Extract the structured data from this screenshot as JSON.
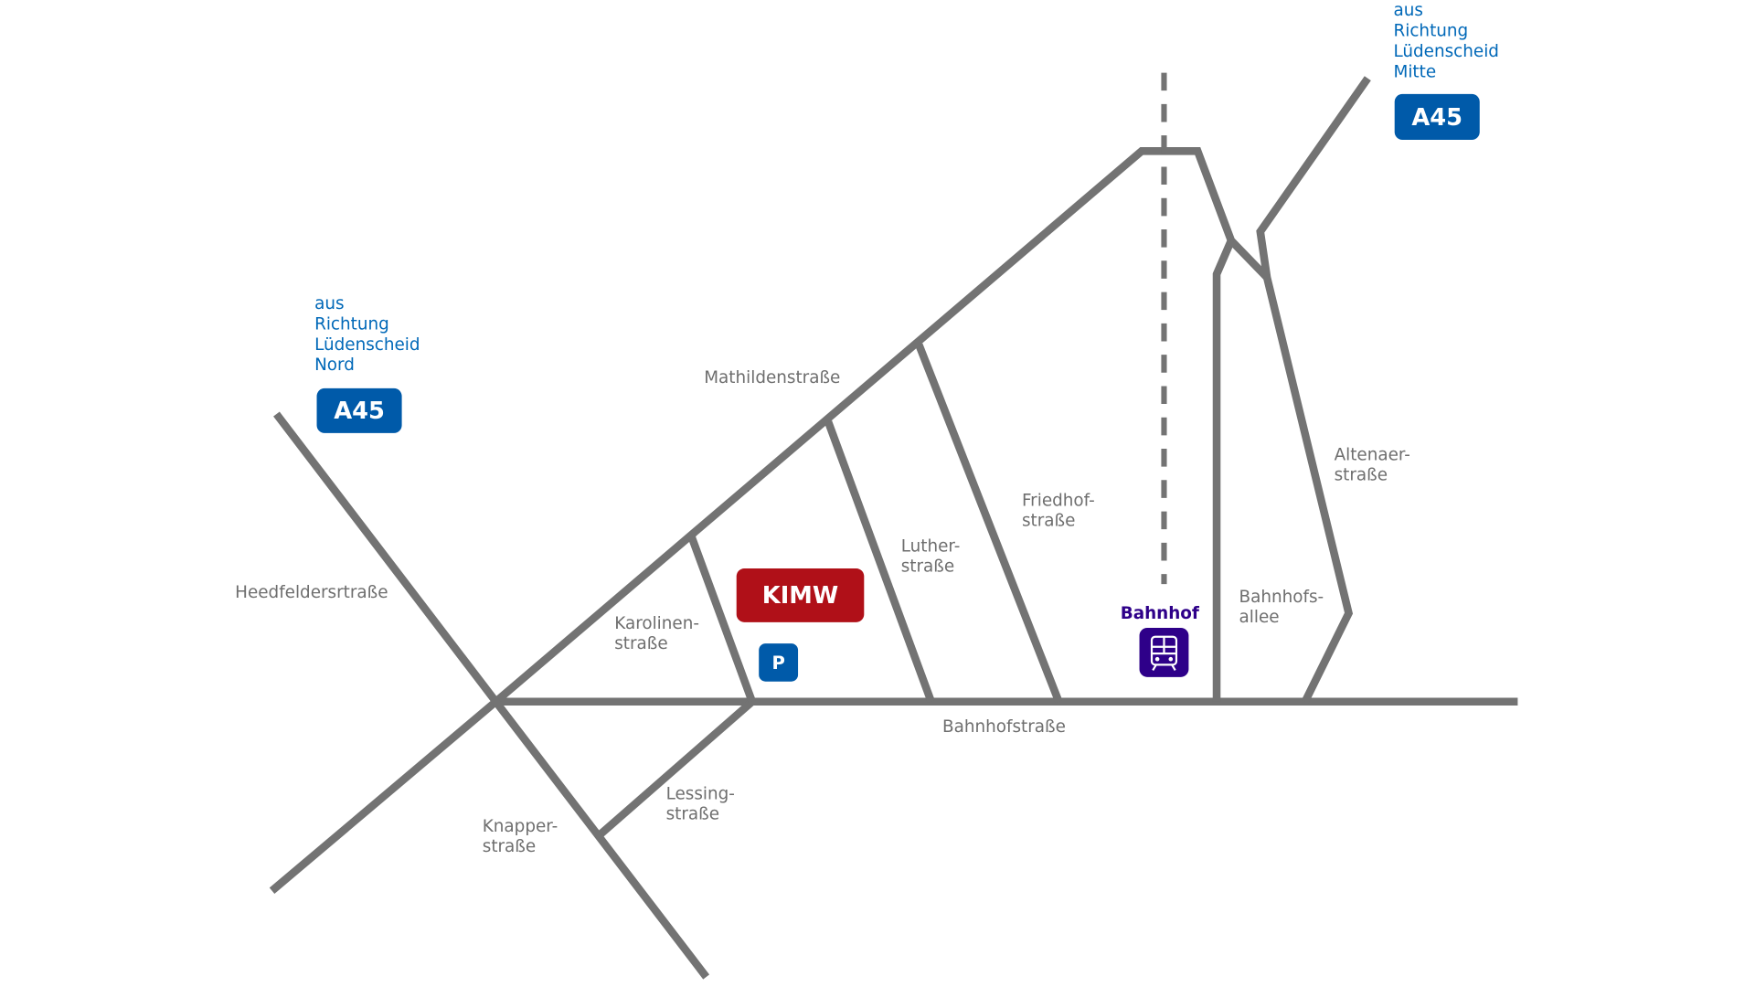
{
  "colors": {
    "road": "#737373",
    "highway": "#005aa9",
    "institute": "#b01018",
    "station": "#2e0089",
    "label": "#6e6e6e"
  },
  "highway_left": {
    "direction": [
      "aus",
      "Richtung",
      "Lüdenscheid",
      "Nord"
    ],
    "badge": "A45"
  },
  "highway_right": {
    "direction": [
      "aus",
      "Richtung",
      "Lüdenscheid",
      "Mitte"
    ],
    "badge": "A45"
  },
  "institute": {
    "label": "KIMW"
  },
  "parking": {
    "label": "P"
  },
  "station": {
    "label": "Bahnhof",
    "icon": "train-icon"
  },
  "streets": {
    "mathilden": "Mathildenstraße",
    "heedfelder": "Heedfeldersrtraße",
    "karolinen": [
      "Karolinen-",
      "straße"
    ],
    "luther": [
      "Luther-",
      "straße"
    ],
    "friedhof": [
      "Friedhof-",
      "straße"
    ],
    "bahnhofsallee": [
      "Bahnhofs-",
      "allee"
    ],
    "altenaer": [
      "Altenaer-",
      "straße"
    ],
    "bahnhofstrasse": "Bahnhofstraße",
    "lessing": [
      "Lessing-",
      "straße"
    ],
    "knapper": [
      "Knapper-",
      "straße"
    ]
  }
}
